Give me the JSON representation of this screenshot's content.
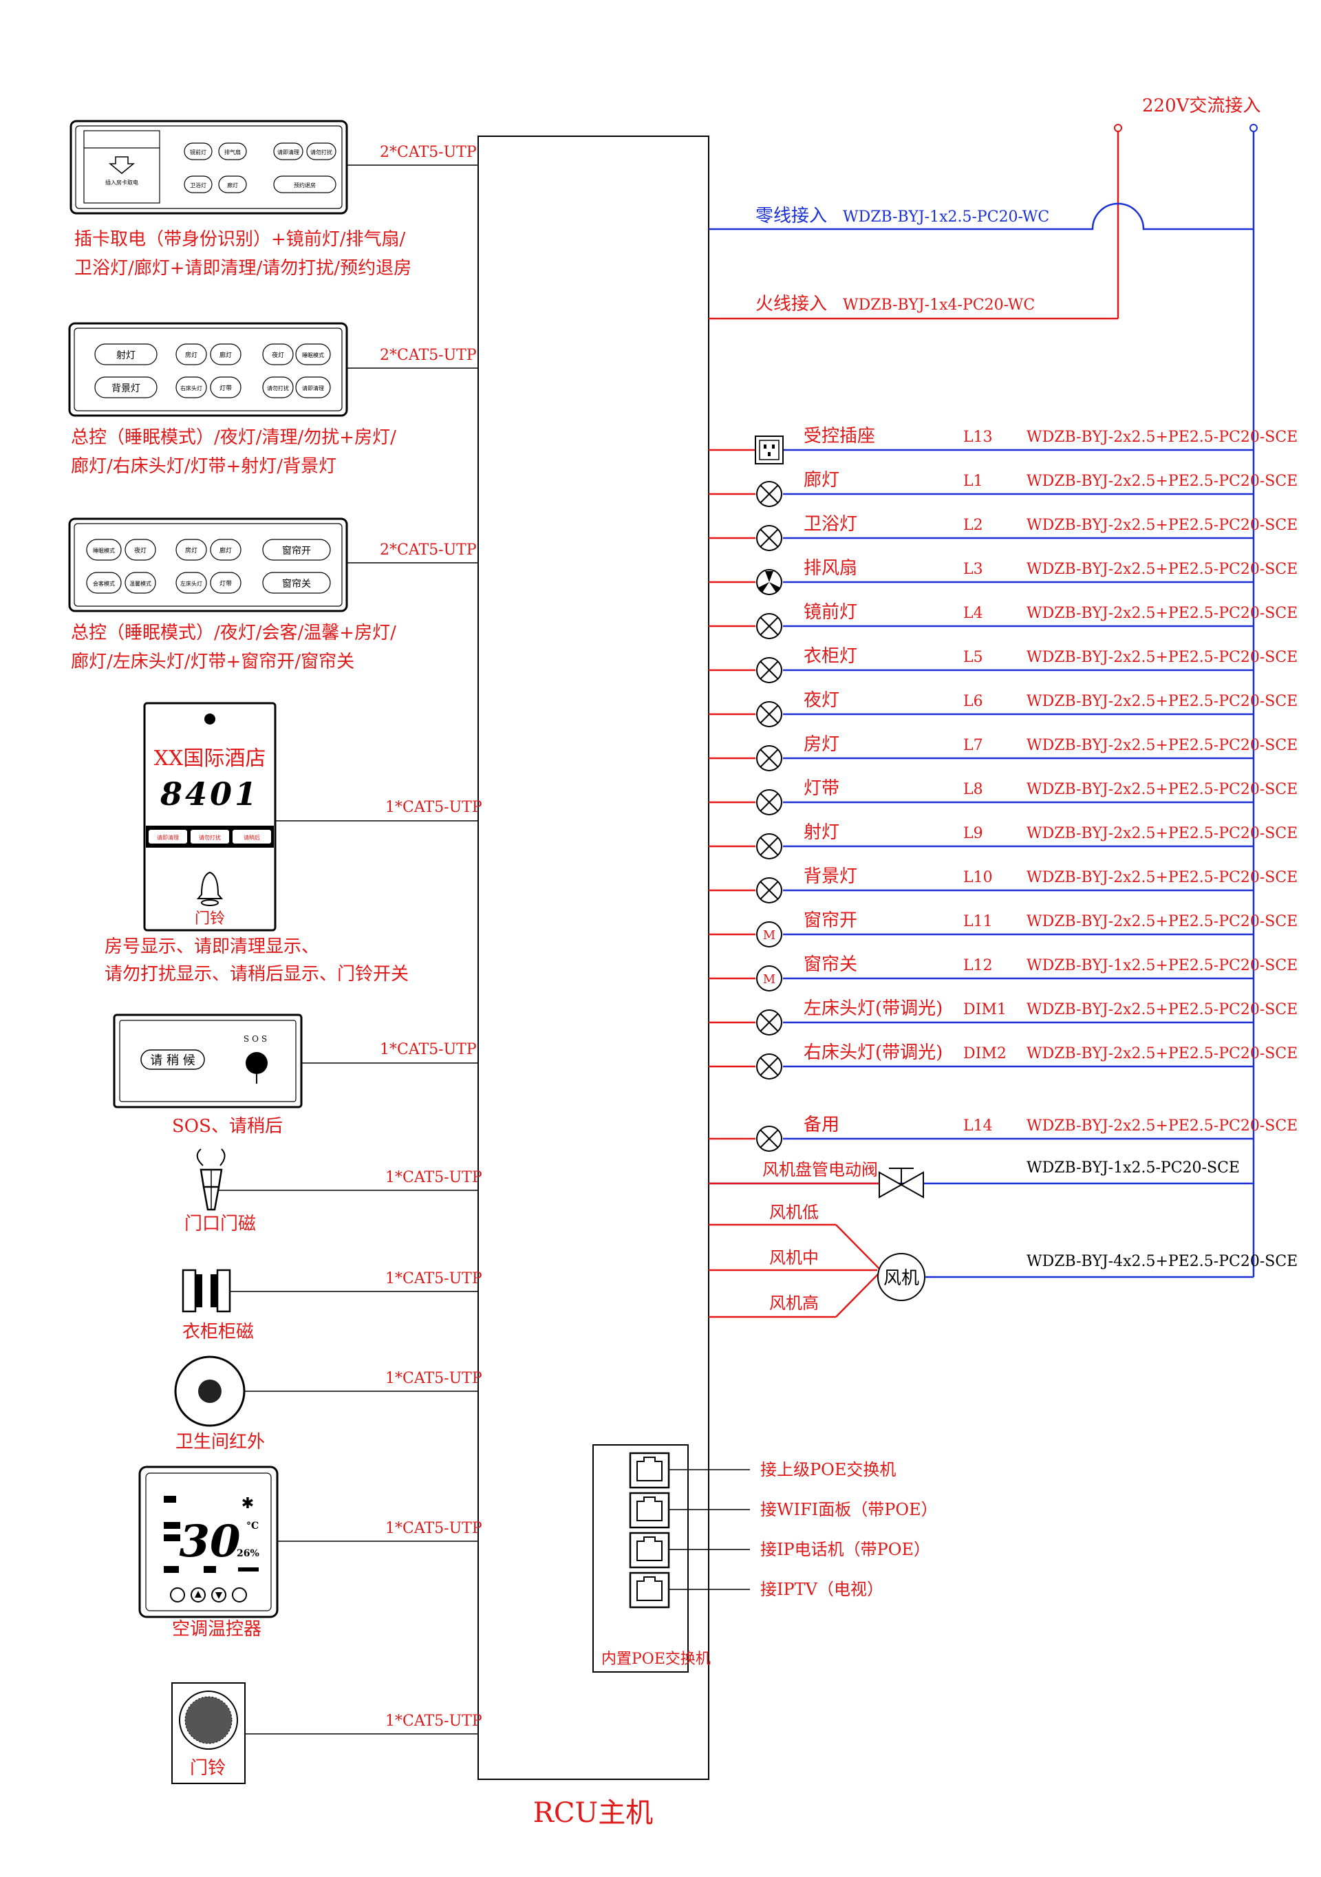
{
  "ac_supply": "220V交流接入",
  "neutral": {
    "label": "零线接入",
    "cable": "WDZB-BYJ-1x2.5-PC20-WC"
  },
  "live": {
    "label": "火线接入",
    "cable": "WDZB-BYJ-1x4-PC20-WC"
  },
  "rcu_title": "RCU主机",
  "poe": {
    "title": "内置POE交换机",
    "ports": [
      "接上级POE交换机",
      "接WIFI面板（带POE）",
      "接IP电话机（带POE）",
      "接IPTV（电视）"
    ]
  },
  "left": {
    "panel1": {
      "cable": "2*CAT5-UTP",
      "caption1": "插卡取电（带身份识别）+镜前灯/排气扇/",
      "caption2": "卫浴灯/廊灯+请即清理/请勿打扰/预约退房",
      "card_text1": "插入房卡取电",
      "buttons": [
        "镜前灯",
        "排气扇",
        "请即清理",
        "请勿打扰",
        "卫浴灯",
        "廊灯",
        "预约退房"
      ]
    },
    "panel2": {
      "cable": "2*CAT5-UTP",
      "caption1": "总控（睡眠模式）/夜灯/清理/勿扰+房灯/",
      "caption2": "廊灯/右床头灯/灯带+射灯/背景灯",
      "buttons": [
        "射灯",
        "背景灯",
        "房灯",
        "廊灯",
        "夜灯",
        "睡眠模式",
        "右床头灯",
        "灯带",
        "请勿打扰",
        "请即清理"
      ]
    },
    "panel3": {
      "cable": "2*CAT5-UTP",
      "caption1": "总控（睡眠模式）/夜灯/会客/温馨+房灯/",
      "caption2": "廊灯/左床头灯/灯带+窗帘开/窗帘关",
      "buttons": [
        "睡眠模式",
        "夜灯",
        "会客模式",
        "温馨模式",
        "房灯",
        "廊灯",
        "左床头灯",
        "灯带",
        "窗帘开",
        "窗帘关"
      ]
    },
    "doorplate": {
      "cable": "1*CAT5-UTP",
      "hotel": "XX国际酒店",
      "room": "8401",
      "chips": [
        "请即清理",
        "请勿打扰",
        "请稍后"
      ],
      "bell": "门铃",
      "caption1": "房号显示、请即清理显示、",
      "caption2": "请勿打扰显示、请稍后显示、门铃开关"
    },
    "sos": {
      "cable": "1*CAT5-UTP",
      "button": "请 稍 候",
      "sos_text": "SOS",
      "caption": "SOS、请稍后"
    },
    "door_magnet": {
      "cable": "1*CAT5-UTP",
      "caption": "门口门磁"
    },
    "wardrobe_magnet": {
      "cable": "1*CAT5-UTP",
      "caption": "衣柜柜磁"
    },
    "ir_sensor": {
      "cable": "1*CAT5-UTP",
      "caption": "卫生间红外"
    },
    "thermostat": {
      "cable": "1*CAT5-UTP",
      "caption": "空调温控器",
      "temp": "30",
      "unit": "°C",
      "humidity": "26%"
    },
    "doorbell": {
      "cable": "1*CAT5-UTP",
      "caption": "门铃"
    }
  },
  "circuits": [
    {
      "name": "受控插座",
      "code": "L13",
      "cable": "WDZB-BYJ-2x2.5+PE2.5-PC20-SCE",
      "symbol": "socket"
    },
    {
      "name": "廊灯",
      "code": "L1",
      "cable": "WDZB-BYJ-2x2.5+PE2.5-PC20-SCE",
      "symbol": "lamp"
    },
    {
      "name": "卫浴灯",
      "code": "L2",
      "cable": "WDZB-BYJ-2x2.5+PE2.5-PC20-SCE",
      "symbol": "lamp"
    },
    {
      "name": "排风扇",
      "code": "L3",
      "cable": "WDZB-BYJ-2x2.5+PE2.5-PC20-SCE",
      "symbol": "fan"
    },
    {
      "name": "镜前灯",
      "code": "L4",
      "cable": "WDZB-BYJ-2x2.5+PE2.5-PC20-SCE",
      "symbol": "lamp"
    },
    {
      "name": "衣柜灯",
      "code": "L5",
      "cable": "WDZB-BYJ-2x2.5+PE2.5-PC20-SCE",
      "symbol": "lamp"
    },
    {
      "name": "夜灯",
      "code": "L6",
      "cable": "WDZB-BYJ-2x2.5+PE2.5-PC20-SCE",
      "symbol": "lamp"
    },
    {
      "name": "房灯",
      "code": "L7",
      "cable": "WDZB-BYJ-2x2.5+PE2.5-PC20-SCE",
      "symbol": "lamp"
    },
    {
      "name": "灯带",
      "code": "L8",
      "cable": "WDZB-BYJ-2x2.5+PE2.5-PC20-SCE",
      "symbol": "lamp"
    },
    {
      "name": "射灯",
      "code": "L9",
      "cable": "WDZB-BYJ-2x2.5+PE2.5-PC20-SCE",
      "symbol": "lamp"
    },
    {
      "name": "背景灯",
      "code": "L10",
      "cable": "WDZB-BYJ-2x2.5+PE2.5-PC20-SCE",
      "symbol": "lamp"
    },
    {
      "name": "窗帘开",
      "code": "L11",
      "cable": "WDZB-BYJ-2x2.5+PE2.5-PC20-SCE",
      "symbol": "motor"
    },
    {
      "name": "窗帘关",
      "code": "L12",
      "cable": "WDZB-BYJ-1x2.5+PE2.5-PC20-SCE",
      "symbol": "motor"
    },
    {
      "name": "左床头灯(带调光)",
      "code": "DIM1",
      "cable": "WDZB-BYJ-2x2.5+PE2.5-PC20-SCE",
      "symbol": "lamp"
    },
    {
      "name": "右床头灯(带调光)",
      "code": "DIM2",
      "cable": "WDZB-BYJ-2x2.5+PE2.5-PC20-SCE",
      "symbol": "lamp"
    },
    {
      "name": "备用",
      "code": "L14",
      "cable": "WDZB-BYJ-2x2.5+PE2.5-PC20-SCE",
      "symbol": "lamp"
    }
  ],
  "motor_symbol_text": "M",
  "valve": {
    "label": "风机盘管电动阀",
    "cable": "WDZB-BYJ-1x2.5-PC20-SCE"
  },
  "fan_unit": {
    "label": "风机",
    "speeds": [
      "风机低",
      "风机中",
      "风机高"
    ],
    "cable": "WDZB-BYJ-4x2.5+PE2.5-PC20-SCE"
  },
  "colors": {
    "live": "#e01818",
    "neutral": "#1a2fd6",
    "line": "#000000"
  }
}
